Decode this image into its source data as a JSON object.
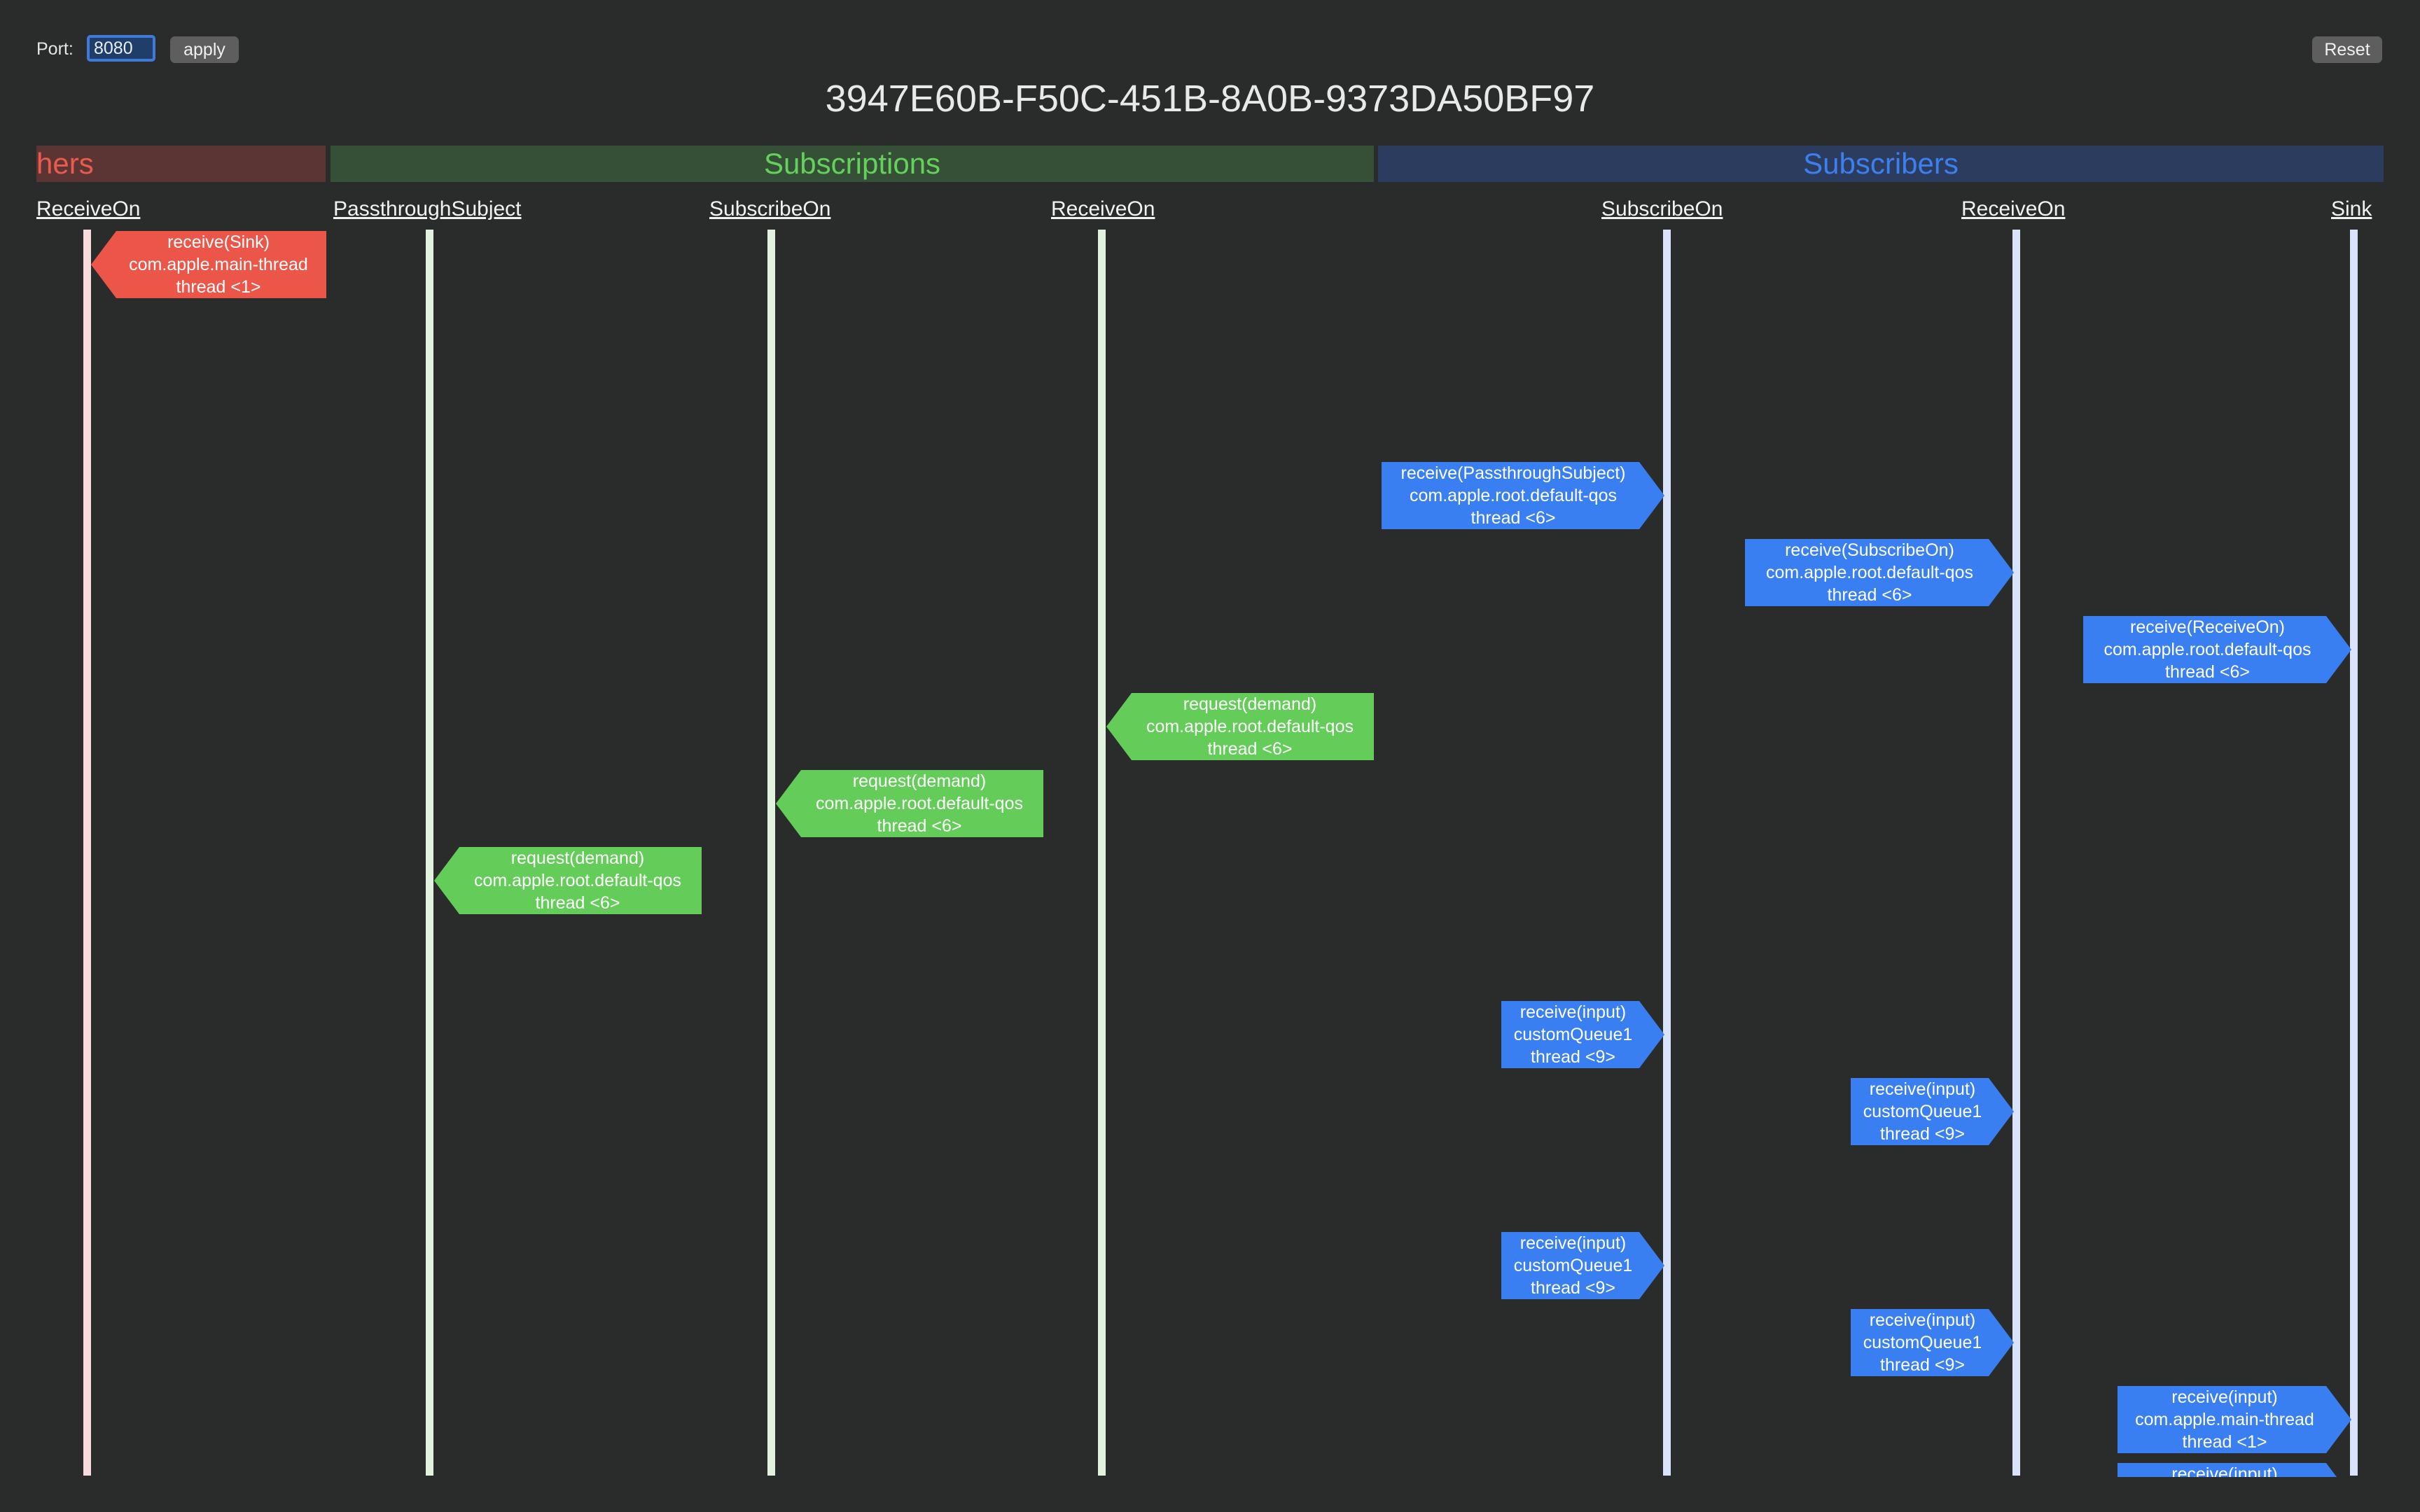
{
  "toolbar": {
    "port_label": "Port:",
    "port_value": "8080",
    "apply_label": "apply",
    "reset_label": "Reset"
  },
  "title": "3947E60B-F50C-451B-8A0B-9373DA50BF97",
  "sections": {
    "publishers": "hers",
    "subscriptions": "Subscriptions",
    "subscribers": "Subscribers"
  },
  "columns": [
    "ReceiveOn",
    "PassthroughSubject",
    "SubscribeOn",
    "ReceiveOn",
    "SubscribeOn",
    "ReceiveOn",
    "Sink"
  ],
  "colors": {
    "background": "#2a2b2b",
    "red": "#ec5648",
    "green": "#64cc58",
    "blue": "#3a7ff2",
    "lane_red": "#f6dcdc",
    "lane_green": "#e3f2de",
    "lane_blue": "#d9e4fa"
  },
  "messages": [
    {
      "lines": [
        "receive(Sink)",
        "com.apple.main-thread",
        "thread <1>"
      ],
      "color": "red"
    },
    {
      "lines": [
        "receive(PassthroughSubject)",
        "com.apple.root.default-qos",
        "thread <6>"
      ],
      "color": "blue"
    },
    {
      "lines": [
        "receive(SubscribeOn)",
        "com.apple.root.default-qos",
        "thread <6>"
      ],
      "color": "blue"
    },
    {
      "lines": [
        "receive(ReceiveOn)",
        "com.apple.root.default-qos",
        "thread <6>"
      ],
      "color": "blue"
    },
    {
      "lines": [
        "request(demand)",
        "com.apple.root.default-qos",
        "thread <6>"
      ],
      "color": "green"
    },
    {
      "lines": [
        "request(demand)",
        "com.apple.root.default-qos",
        "thread <6>"
      ],
      "color": "green"
    },
    {
      "lines": [
        "request(demand)",
        "com.apple.root.default-qos",
        "thread <6>"
      ],
      "color": "green"
    },
    {
      "lines": [
        "receive(input)",
        "customQueue1",
        "thread <9>"
      ],
      "color": "blue"
    },
    {
      "lines": [
        "receive(input)",
        "customQueue1",
        "thread <9>"
      ],
      "color": "blue"
    },
    {
      "lines": [
        "receive(input)",
        "customQueue1",
        "thread <9>"
      ],
      "color": "blue"
    },
    {
      "lines": [
        "receive(input)",
        "customQueue1",
        "thread <9>"
      ],
      "color": "blue"
    },
    {
      "lines": [
        "receive(input)",
        "com.apple.main-thread",
        "thread <1>"
      ],
      "color": "blue"
    },
    {
      "lines": [
        "receive(input)"
      ],
      "color": "blue"
    }
  ]
}
